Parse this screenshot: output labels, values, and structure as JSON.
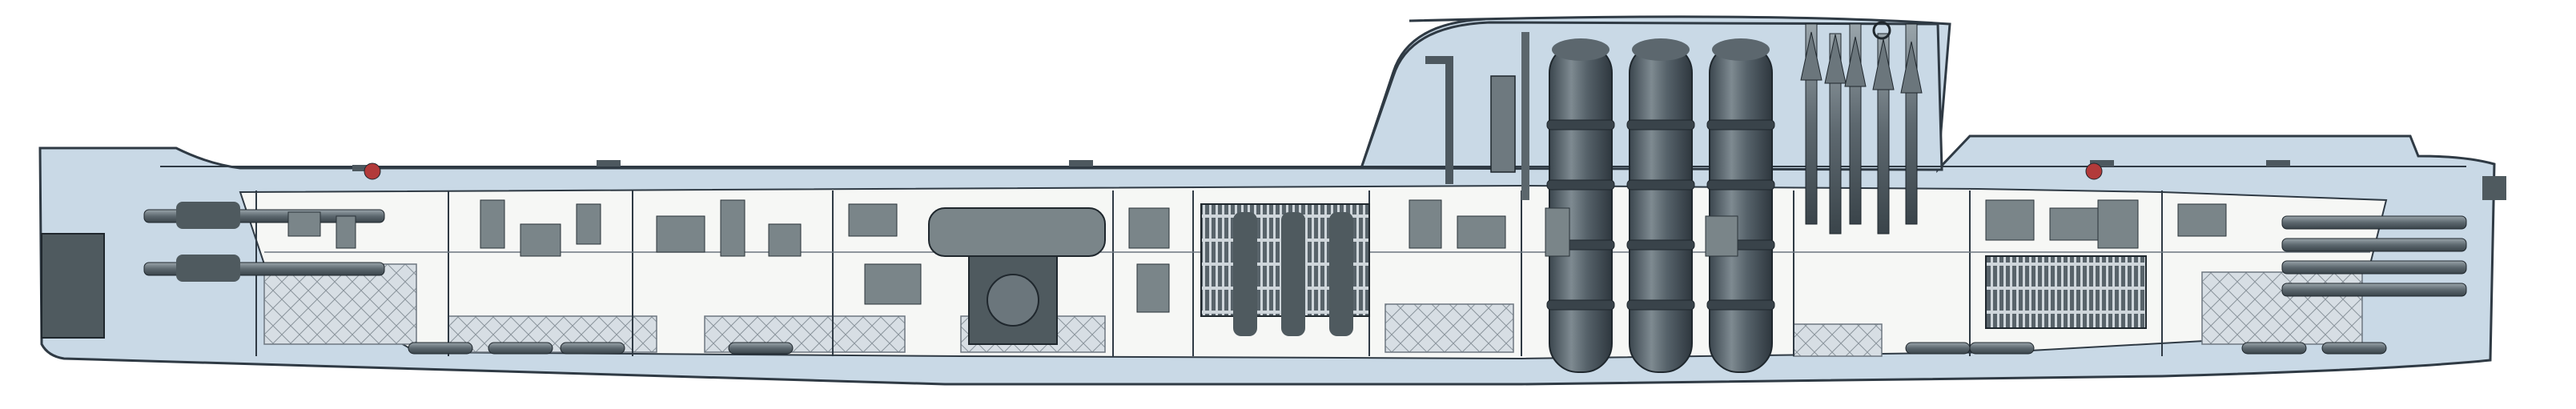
{
  "diagram": {
    "type": "submarine-cutaway-side-profile",
    "colors": {
      "background": "#ffffff",
      "hull_fill": "#c9d9e6",
      "hull_outline": "#2f3a44",
      "interior_fill": "#f6f7f5",
      "machinery_dark": "#4f5a5f",
      "machinery_mid": "#7a8589",
      "tank_dark": "#3f4a52",
      "tank_highlight": "#8c979d",
      "hatch_gray": "#9fabb5",
      "grid_line": "#6d7780",
      "accent_red": "#b23a3a"
    },
    "parts": {
      "vertical_cylinders": 3,
      "torpedo_tubes_bow": 2,
      "torpedo_tubes_stern": 4,
      "masts_periscopes": 5
    }
  }
}
